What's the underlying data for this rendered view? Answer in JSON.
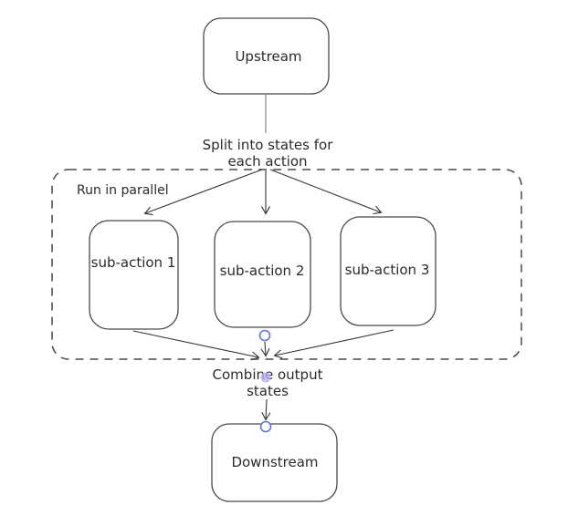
{
  "diagram": {
    "type": "flowchart",
    "nodes": {
      "upstream": {
        "label": "Upstream"
      },
      "sub_action_1": {
        "label": "sub-action 1"
      },
      "sub_action_2": {
        "label": "sub-action 2"
      },
      "sub_action_3": {
        "label": "sub-action 3"
      },
      "downstream": {
        "label": "Downstream"
      }
    },
    "groups": {
      "parallel": {
        "label": "Run in parallel"
      }
    },
    "edge_labels": {
      "split": {
        "line1": "Split into states for",
        "line2": "each action"
      },
      "combine": {
        "line1": "Combine output",
        "line2": "states"
      }
    },
    "edges": [
      {
        "from": "upstream",
        "to": "split-point",
        "label": "Split into states for each action"
      },
      {
        "from": "split-point",
        "to": "sub-action 1"
      },
      {
        "from": "split-point",
        "to": "sub-action 2"
      },
      {
        "from": "split-point",
        "to": "sub-action 3"
      },
      {
        "from": "sub-action 1",
        "to": "combine-point"
      },
      {
        "from": "sub-action 2",
        "to": "combine-point"
      },
      {
        "from": "sub-action 3",
        "to": "combine-point"
      },
      {
        "from": "combine-point",
        "to": "downstream",
        "label": "Combine output states"
      }
    ],
    "colors": {
      "background": "#ffffff",
      "shape_stroke": "#4a4a4a",
      "edge_stroke": "#353535",
      "plain_connector": "#9a9a9a",
      "endpoint_stroke": "#6673d8",
      "endpoint_fill": "#ffffff",
      "binding_dot_fill": "#b9abf2"
    }
  }
}
